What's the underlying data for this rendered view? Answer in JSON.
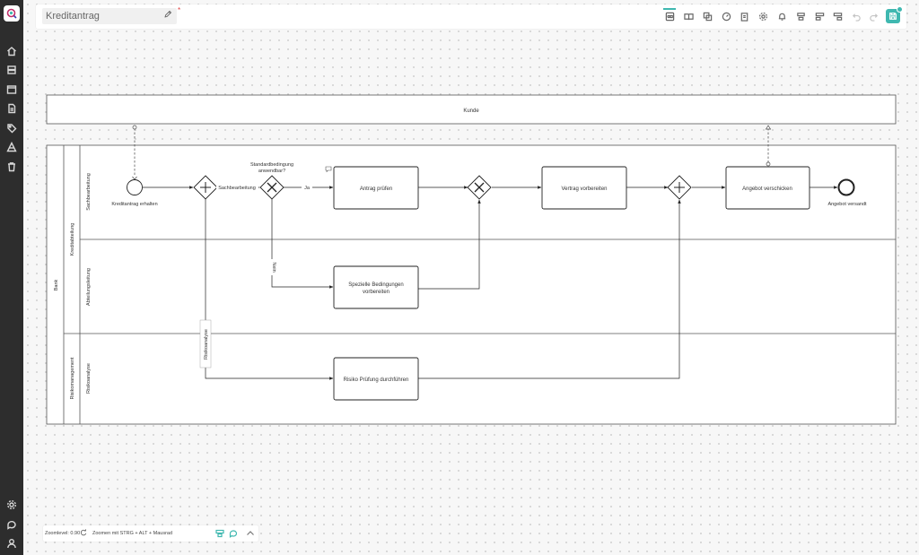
{
  "app": {
    "document_title": "Kreditantrag",
    "unsaved_marker": "*",
    "accent_color": "#3fb8b0"
  },
  "sidebar": {
    "logo": "process-logo-icon",
    "items": [
      {
        "icon": "home-icon"
      },
      {
        "icon": "layers-icon"
      },
      {
        "icon": "window-icon"
      },
      {
        "icon": "document-icon"
      },
      {
        "icon": "tag-icon"
      },
      {
        "icon": "pyramid-icon"
      },
      {
        "icon": "trash-icon"
      }
    ],
    "bottom_items": [
      {
        "icon": "settings-icon"
      },
      {
        "icon": "feedback-icon"
      },
      {
        "icon": "user-icon"
      }
    ]
  },
  "toolbar": {
    "tools": [
      {
        "icon": "process-map-icon"
      },
      {
        "icon": "book-icon"
      },
      {
        "icon": "copy-icon"
      },
      {
        "icon": "speedometer-icon"
      },
      {
        "icon": "clipboard-icon"
      },
      {
        "icon": "settings-icon"
      },
      {
        "icon": "bell-icon"
      },
      {
        "icon": "align-center-icon"
      },
      {
        "icon": "align-left-icon"
      },
      {
        "icon": "align-right-icon"
      },
      {
        "icon": "undo-icon"
      },
      {
        "icon": "redo-icon"
      },
      {
        "icon": "save-icon"
      }
    ]
  },
  "diagram": {
    "pools": {
      "customer": "Kunde",
      "bank": "Bank"
    },
    "lanes": {
      "credit_department": "Kreditabteilung",
      "risk_management": "Risikomanagement",
      "clerk": "Sachbearbeitung",
      "department_head": "Abteilungsleitung",
      "risk_analysis": "Risikoanalyse"
    },
    "events": {
      "start": "Kreditantrag erhalten",
      "end": "Angebot versandt"
    },
    "gateway_question": [
      "Standardbedingung",
      "anwendbar?"
    ],
    "flow_labels": {
      "clerk": "Sachbearbeitung",
      "yes": "Ja",
      "no": "Nein",
      "risk": "Risikoanalyse"
    },
    "tasks": {
      "check_application": "Antrag prüfen",
      "prepare_contract": "Vertrag vorbereiten",
      "send_offer": "Angebot verschicken",
      "special_conditions": [
        "Spezielle Bedingungen",
        "vorbereiten"
      ],
      "risk_check": "Risiko Prüfung durchführen"
    }
  },
  "zoom": {
    "level_label": "Zoomlevel: 0.90",
    "hint": "Zoomen mit STRG + ALT + Mausrad"
  }
}
